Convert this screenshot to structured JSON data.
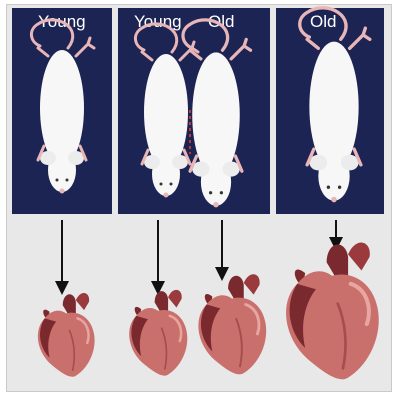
{
  "panels": [
    {
      "labels": [
        "Young"
      ]
    },
    {
      "labels": [
        "Young",
        "Old"
      ]
    },
    {
      "labels": [
        "Old"
      ]
    }
  ],
  "colors": {
    "panel_bg": "#1c2454",
    "mouse_body": "#f7f7f7",
    "mouse_pink": "#e9b6b8",
    "suture": "#c0392b",
    "heart_light": "#c9706d",
    "heart_dark": "#7a2a2e",
    "arrow": "#111111"
  }
}
